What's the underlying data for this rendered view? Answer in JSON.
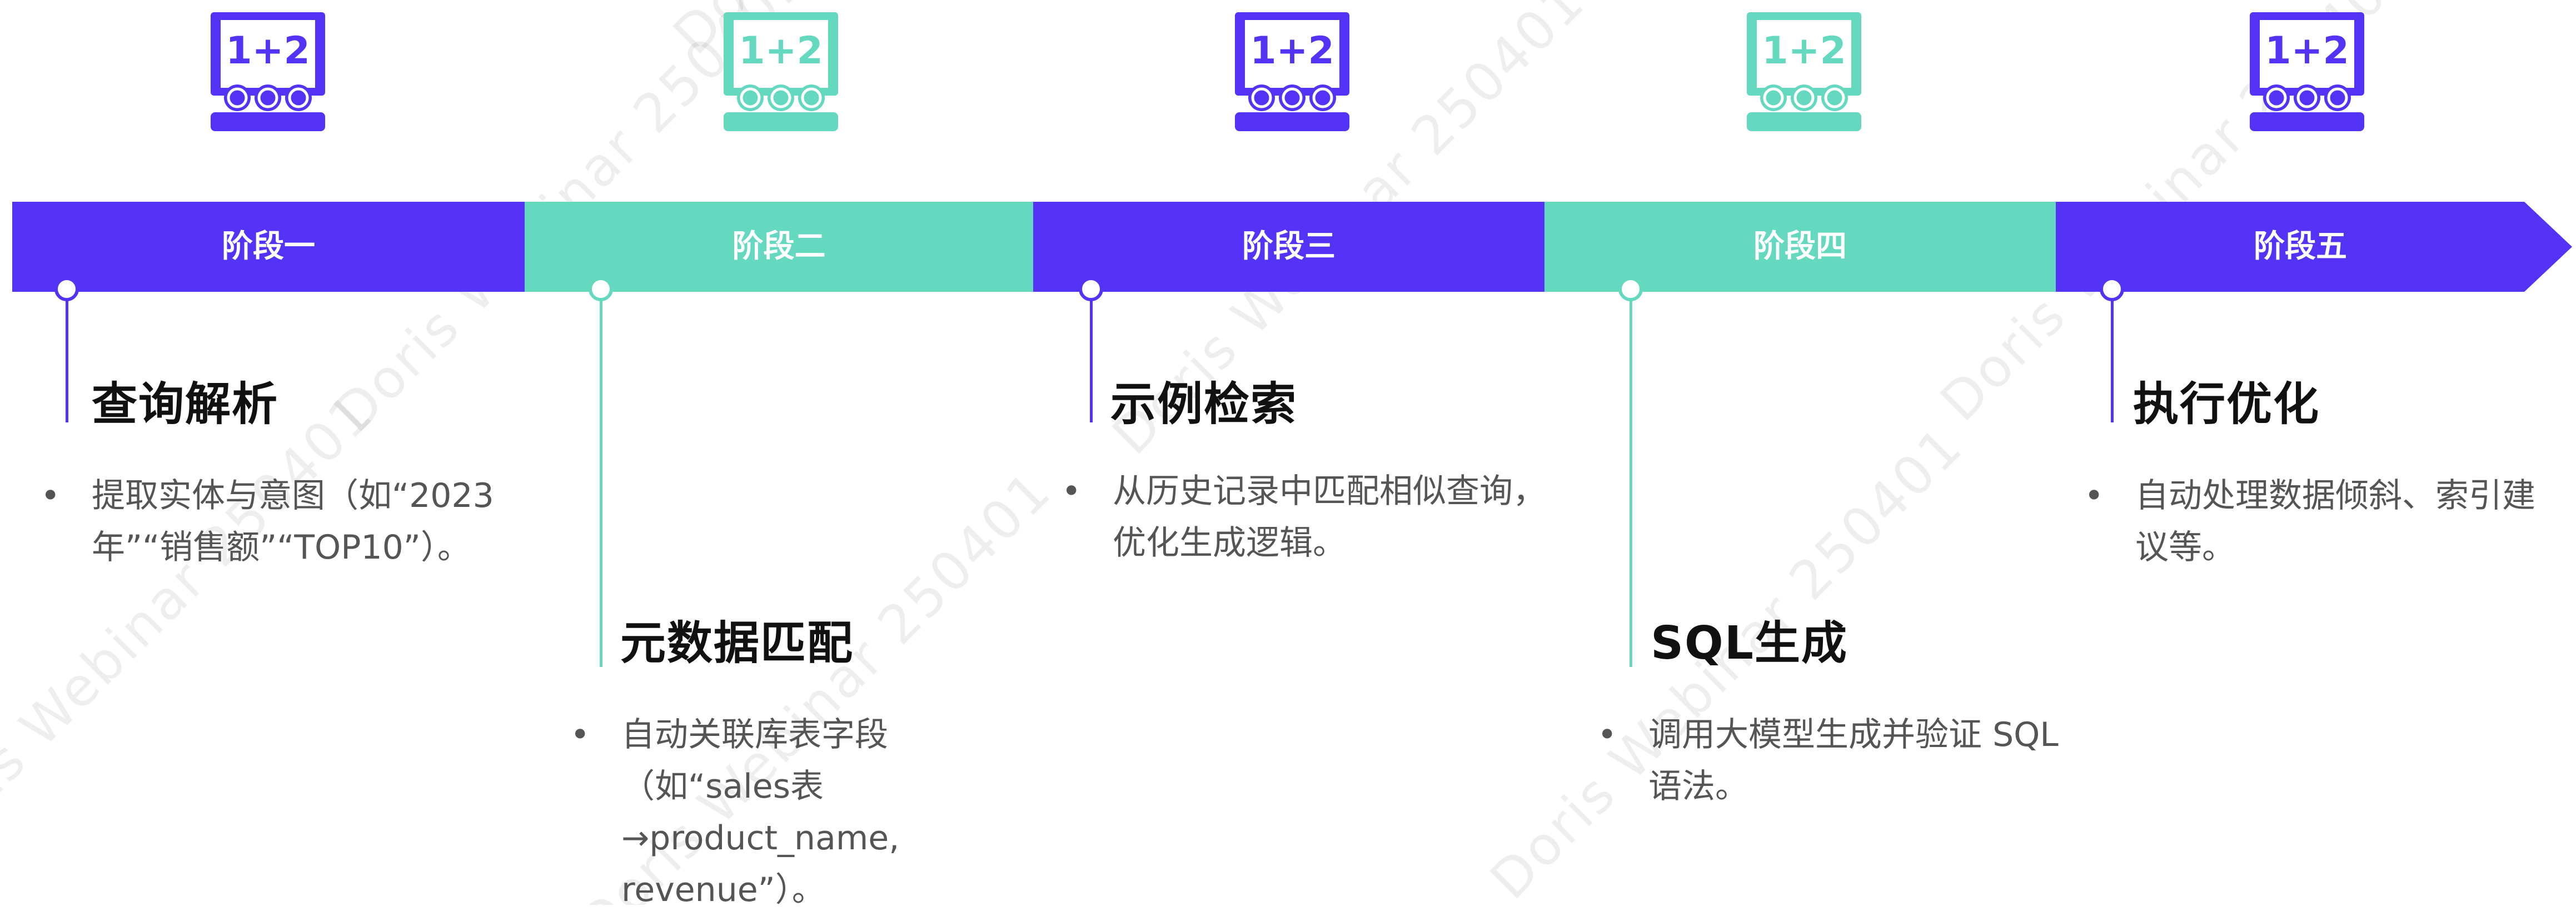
{
  "watermark_text": "Doris Webinar 250401",
  "colors": {
    "purple": "#5533f6",
    "teal": "#64d9bf"
  },
  "icon_label": "1+2",
  "stages": [
    {
      "label": "阶段一",
      "title": "查询解析",
      "bullet": "提取实体与意图（如“2023年”“销售额”“TOP10”）。"
    },
    {
      "label": "阶段二",
      "title": "元数据匹配",
      "bullet": "自动关联库表字段（如“sales表→product_name, revenue”）。"
    },
    {
      "label": "阶段三",
      "title": "示例检索",
      "bullet": "从历史记录中匹配相似查询，优化生成逻辑。"
    },
    {
      "label": "阶段四",
      "title": "SQL生成",
      "bullet": "调用大模型生成并验证 SQL 语法。"
    },
    {
      "label": "阶段五",
      "title": "执行优化",
      "bullet": "自动处理数据倾斜、索引建议等。"
    }
  ]
}
